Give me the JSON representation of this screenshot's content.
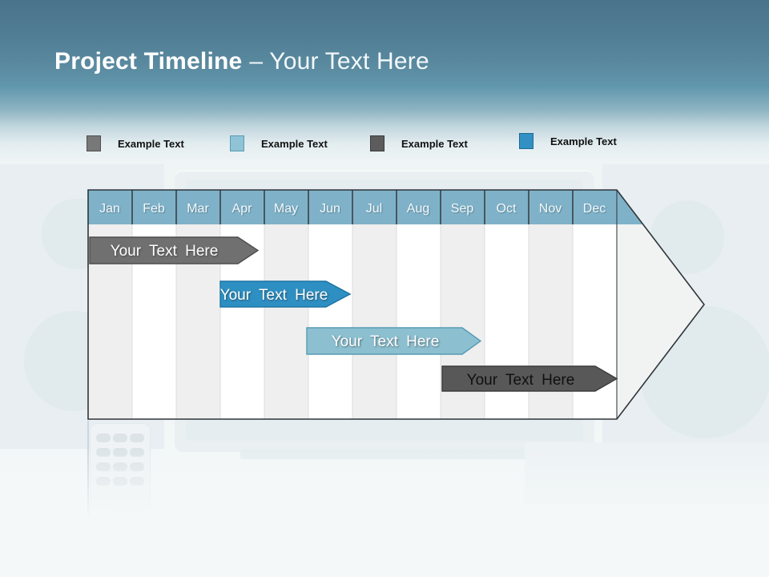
{
  "slide": {
    "title_bold": "Project Timeline",
    "title_rest": "– Your Text Here"
  },
  "legend": {
    "items": [
      {
        "label": "Example Text",
        "color": "#787878"
      },
      {
        "label": "Example Text",
        "color": "#8fc3d5"
      },
      {
        "label": "Example Text",
        "color": "#5c5c5c"
      },
      {
        "label": "Example Text",
        "color": "#3390c4"
      }
    ]
  },
  "timeline": {
    "months": [
      "Jan",
      "Feb",
      "Mar",
      "Apr",
      "May",
      "Jun",
      "Jul",
      "Aug",
      "Sep",
      "Oct",
      "Nov",
      "Dec"
    ],
    "header_color": "#7fb2c8",
    "bars": [
      {
        "label": "Your Text Here",
        "color": "#707070",
        "text_color": "#ffffff",
        "start": "Jan",
        "end": "Apr"
      },
      {
        "label": "Your Text Here",
        "color": "#2e8fc2",
        "text_color": "#ffffff",
        "start": "Apr",
        "end": "Jun"
      },
      {
        "label": "Your Text Here",
        "color": "#8cc0d1",
        "text_color": "#ffffff",
        "start": "May",
        "end": "Sep"
      },
      {
        "label": "Your Text Here",
        "color": "#585858",
        "text_color": "#101010",
        "start": "Sep",
        "end": "Dec"
      }
    ]
  }
}
